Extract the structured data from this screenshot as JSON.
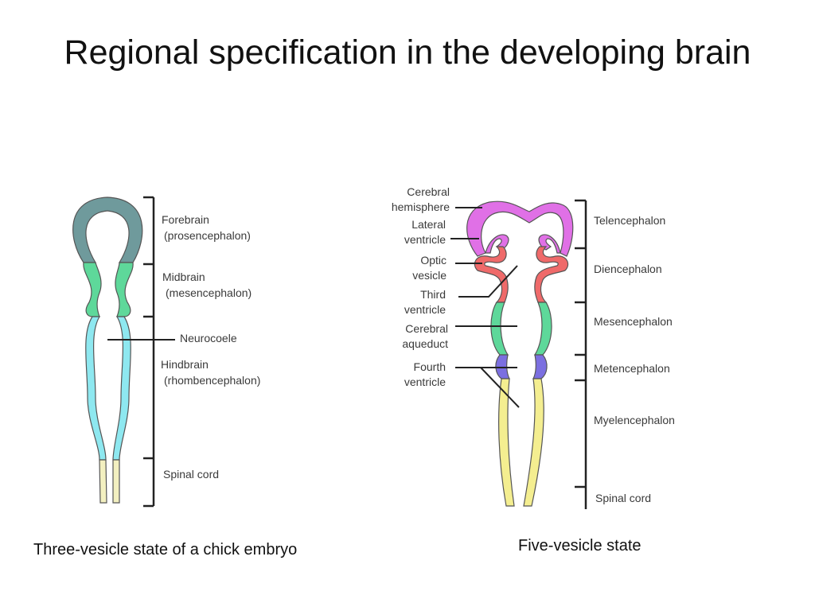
{
  "slide": {
    "title": "Regional specification in the developing brain",
    "caption_left": "Three-vesicle state of a chick embryo",
    "caption_right": "Five-vesicle state"
  },
  "three_vesicle": {
    "labels": {
      "forebrain": "Forebrain",
      "forebrain_sub": "(prosencephalon)",
      "midbrain": "Midbrain",
      "midbrain_sub": "(mesencephalon)",
      "neurocoele": "Neurocoele",
      "hindbrain": "Hindbrain",
      "hindbrain_sub": "(rhombencephalon)",
      "spinal_cord": "Spinal cord"
    },
    "colors": {
      "forebrain": "#6f9a9c",
      "midbrain": "#5ed89a",
      "hindbrain": "#8ee8f0",
      "spinal_cord": "#f3f0c0"
    }
  },
  "five_vesicle": {
    "left_labels": {
      "cerebral_1": "Cerebral",
      "cerebral_2": "hemisphere",
      "lateral_1": "Lateral",
      "lateral_2": "ventricle",
      "optic_1": "Optic",
      "optic_2": "vesicle",
      "third_1": "Third",
      "third_2": "ventricle",
      "aqueduct_1": "Cerebral",
      "aqueduct_2": "aqueduct",
      "fourth_1": "Fourth",
      "fourth_2": "ventricle"
    },
    "right_labels": {
      "telencephalon": "Telencephalon",
      "diencephalon": "Diencephalon",
      "mesencephalon": "Mesencephalon",
      "metencephalon": "Metencephalon",
      "myelencephalon": "Myelencephalon",
      "spinal_cord": "Spinal cord"
    },
    "colors": {
      "telencephalon": "#e070e6",
      "diencephalon": "#ef6a6a",
      "mesencephalon": "#5ed89a",
      "metencephalon": "#7b6fe0",
      "myelencephalon": "#f4ee90"
    }
  }
}
